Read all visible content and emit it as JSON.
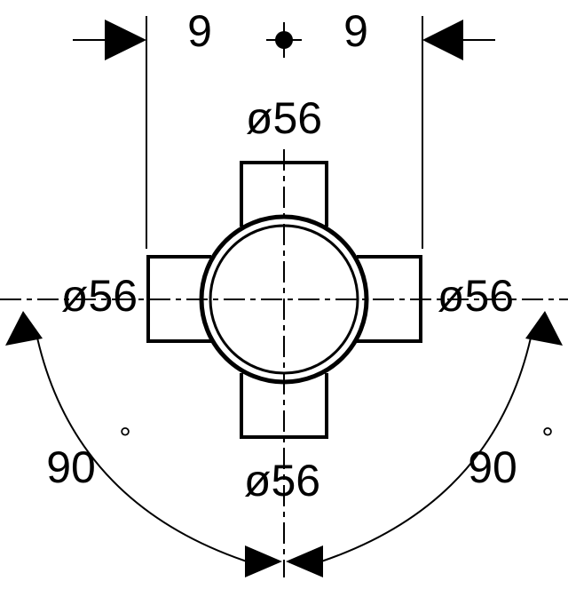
{
  "dimensions": {
    "offset_left": "9",
    "offset_right": "9",
    "diameter_top": "ø56",
    "diameter_left": "ø56",
    "diameter_right": "ø56",
    "diameter_bottom": "ø56"
  },
  "angles": {
    "left_value": "90",
    "right_value": "90",
    "unit_symbol": "°"
  },
  "colors": {
    "stroke": "#000000",
    "background": "#ffffff"
  }
}
